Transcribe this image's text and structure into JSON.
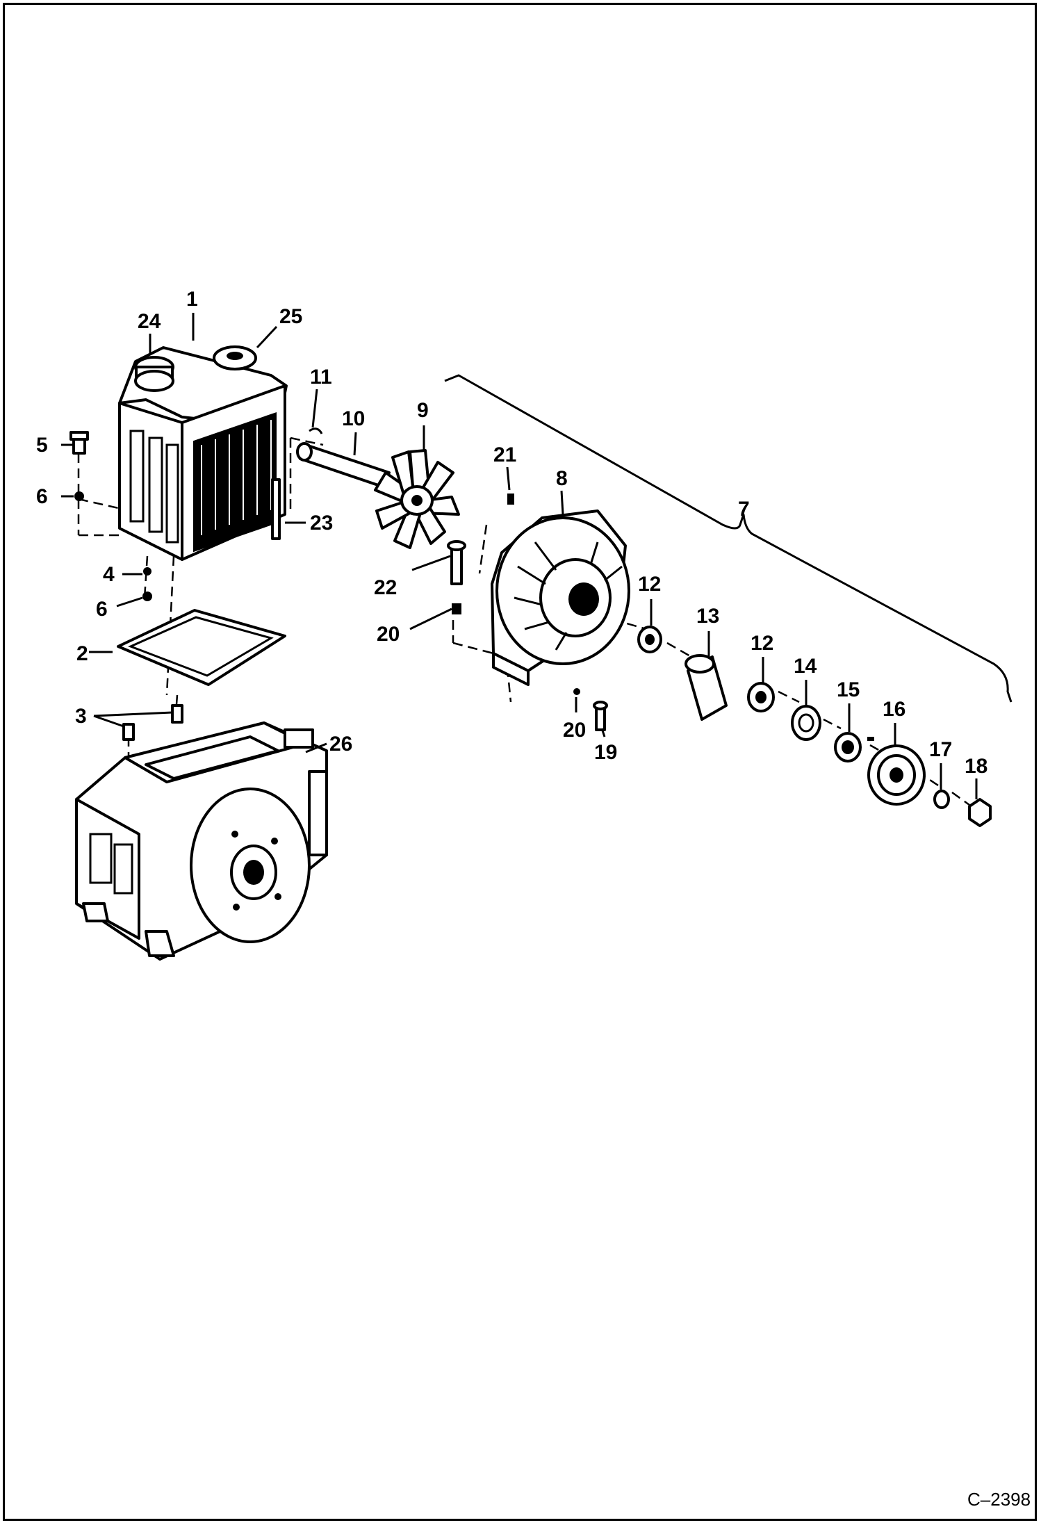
{
  "figure_id": "C–2398",
  "callouts": {
    "c1": "1",
    "c2": "2",
    "c3": "3",
    "c4": "4",
    "c5": "5",
    "c6a": "6",
    "c6b": "6",
    "c7": "7",
    "c8": "8",
    "c9": "9",
    "c10": "10",
    "c11": "11",
    "c12a": "12",
    "c12b": "12",
    "c13": "13",
    "c14": "14",
    "c15": "15",
    "c16": "16",
    "c17": "17",
    "c18": "18",
    "c19": "19",
    "c20a": "20",
    "c20b": "20",
    "c21": "21",
    "c22": "22",
    "c23": "23",
    "c24": "24",
    "c25": "25",
    "c26": "26"
  }
}
